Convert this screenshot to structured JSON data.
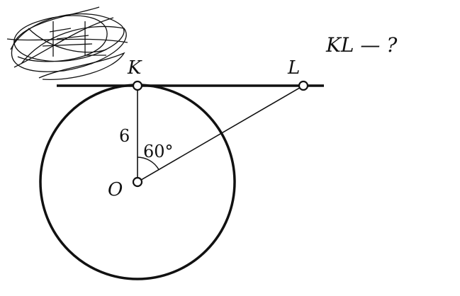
{
  "problem": {
    "question": "KL — ?"
  },
  "diagram": {
    "points": {
      "K": "K",
      "L": "L",
      "O": "O"
    },
    "radius_label": "6",
    "angle_label": "60°"
  },
  "colors": {
    "ink": "#111111",
    "background": "#ffffff"
  }
}
